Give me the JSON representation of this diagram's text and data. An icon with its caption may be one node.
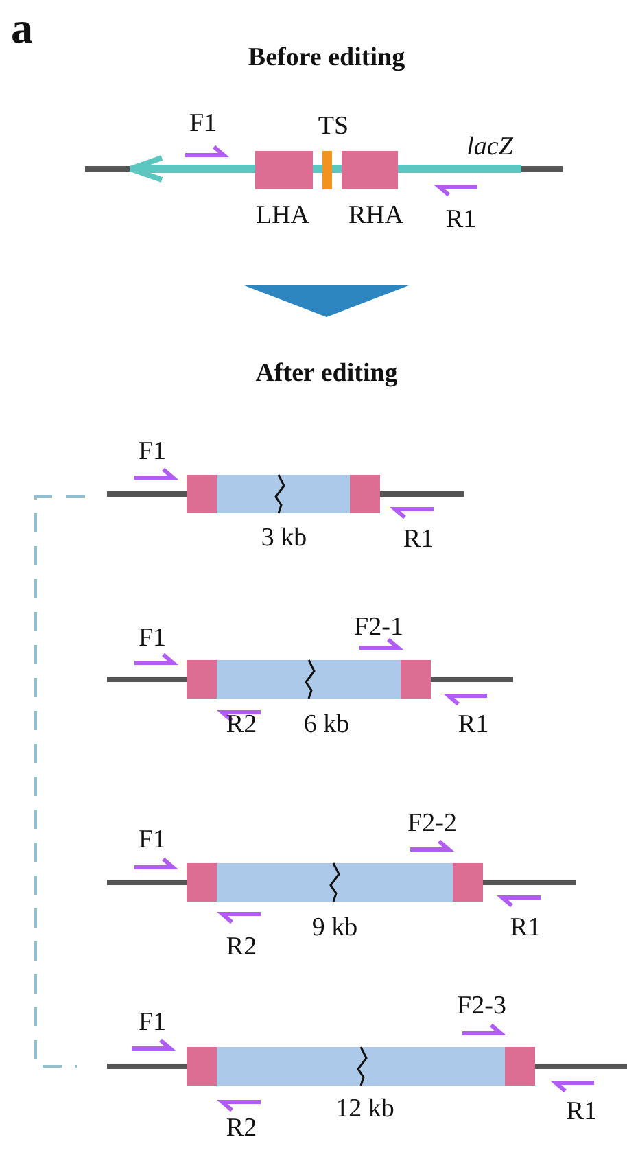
{
  "diagram": {
    "labels": [
      "a",
      "Before editing",
      "F1",
      "TS",
      "lacZ",
      "LHA",
      "RHA",
      "R1",
      "After editing",
      "F1",
      "3 kb",
      "R1",
      "F2-1",
      "F1",
      "R2",
      "6 kb",
      "R1",
      "F2-2",
      "F1",
      "R2",
      "9 kb",
      "R1",
      "F2-3",
      "F1",
      "R2",
      "12 kb",
      "R1"
    ]
  }
}
